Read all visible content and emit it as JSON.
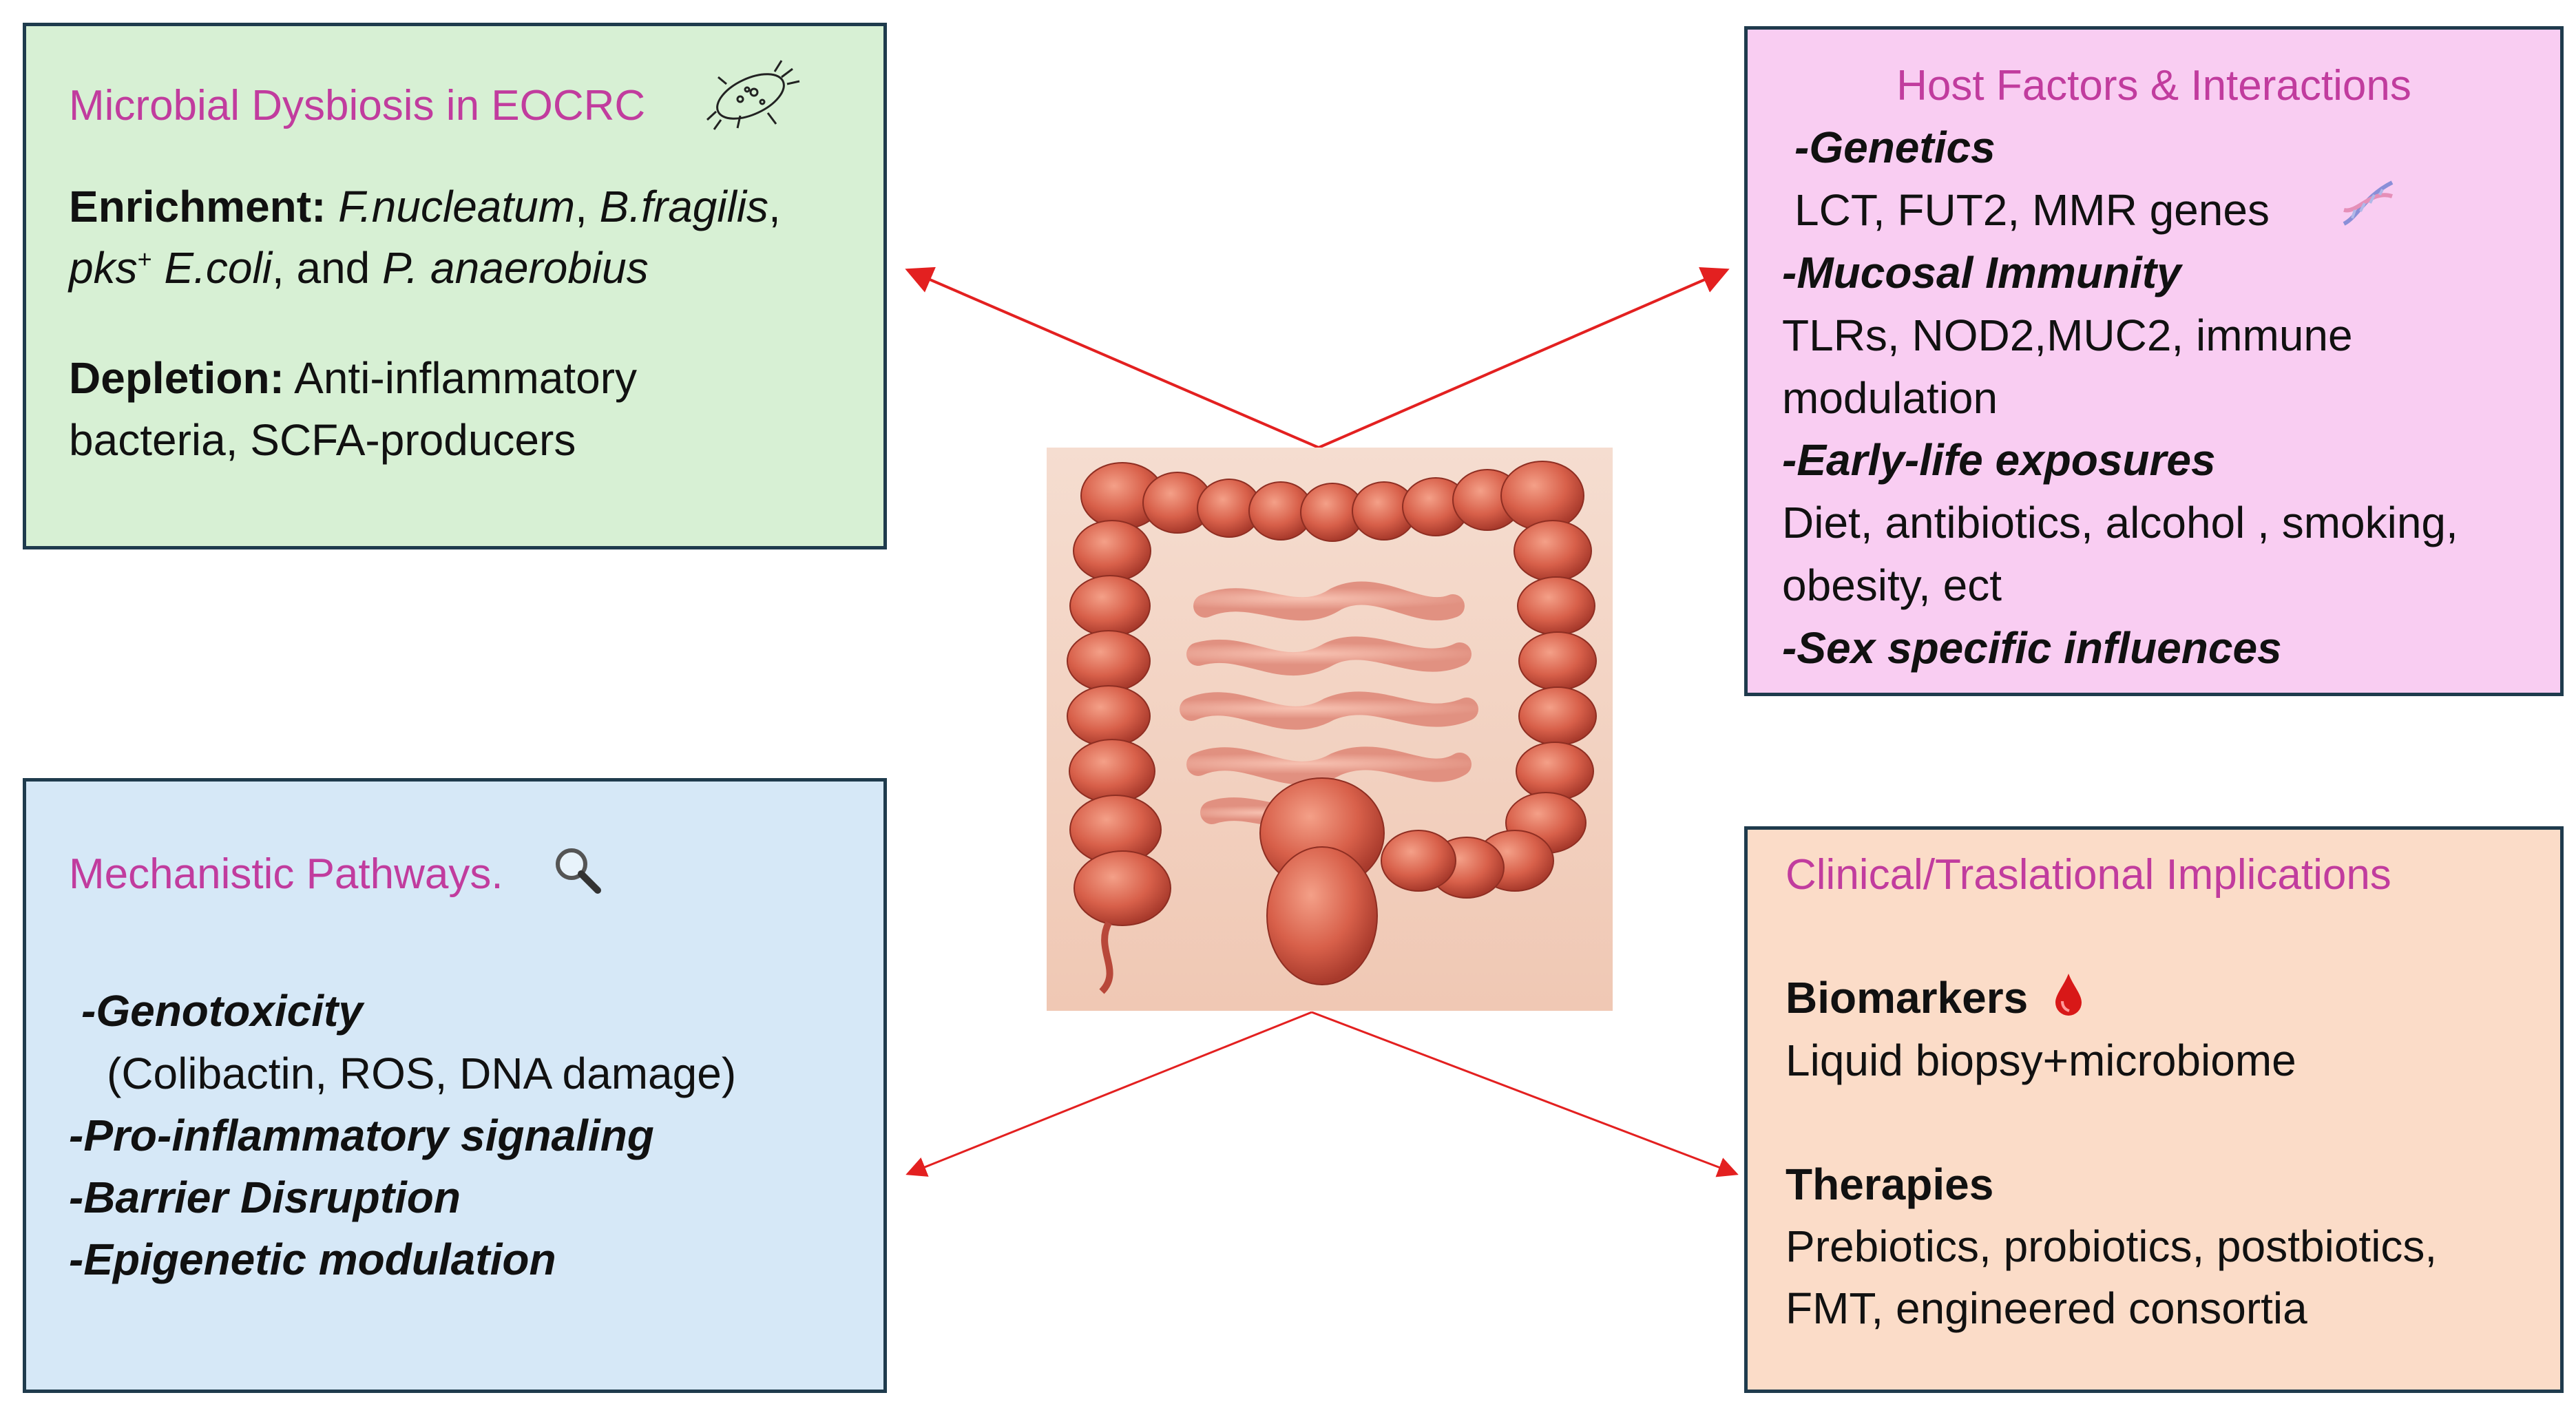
{
  "dysbiosis": {
    "title": "Microbial Dysbiosis in EOCRC",
    "enrichment_label": "Enrichment:",
    "enrichment_b1": "F.nucleatum",
    "enrichment_sep1": ", ",
    "enrichment_b2": "B.fragilis",
    "enrichment_sep2": ",",
    "enrichment_pks": "pks",
    "enrichment_sup": "+",
    "enrichment_b3": " E.coli",
    "enrichment_and": ", and ",
    "enrichment_b4": "P. anaerobius",
    "depletion_label": "Depletion:",
    "depletion_line1": " Anti-inflammatory",
    "depletion_line2": "bacteria, SCFA-producers"
  },
  "host": {
    "title": "Host Factors & Interactions",
    "genetics_heading": "-Genetics",
    "genetics_text": "LCT, FUT2, MMR genes",
    "immunity_heading": "-Mucosal Immunity",
    "immunity_line1": "TLRs, NOD2,MUC2, immune",
    "immunity_line2": "modulation",
    "early_heading": "-Early-life exposures",
    "early_line1": "Diet, antibiotics, alcohol , smoking,",
    "early_line2": "obesity, ect",
    "sex_heading": "-Sex specific influences"
  },
  "mechanistic": {
    "title": "Mechanistic Pathways.",
    "genotoxicity_heading": "-Genotoxicity",
    "genotoxicity_text": "(Colibactin, ROS, DNA damage)",
    "item2": "-Pro-inflammatory signaling",
    "item3": "-Barrier Disruption",
    "item4": "-Epigenetic modulation"
  },
  "clinical": {
    "title": "Clinical/Traslational Implications",
    "biomarkers_heading": "Biomarkers",
    "biomarkers_text": "Liquid biopsy+microbiome",
    "therapies_heading": "Therapies",
    "therapies_line1": "Prebiotics, probiotics, postbiotics,",
    "therapies_line2": "FMT, engineered consortia"
  },
  "colors": {
    "title": "#c13c9e",
    "arrow": "#e32020",
    "green_box": "#d7f0d4",
    "pink_box": "#f9cdf2",
    "blue_box": "#d6e8f7",
    "peach_box": "#fbdcc8",
    "border": "#1f3b4d"
  },
  "icons": {
    "dysbiosis": "bacterium-icon",
    "host": "dna-icon",
    "mechanistic": "magnifier-icon",
    "clinical": "blood-drop-icon",
    "center": "colon-illustration"
  }
}
